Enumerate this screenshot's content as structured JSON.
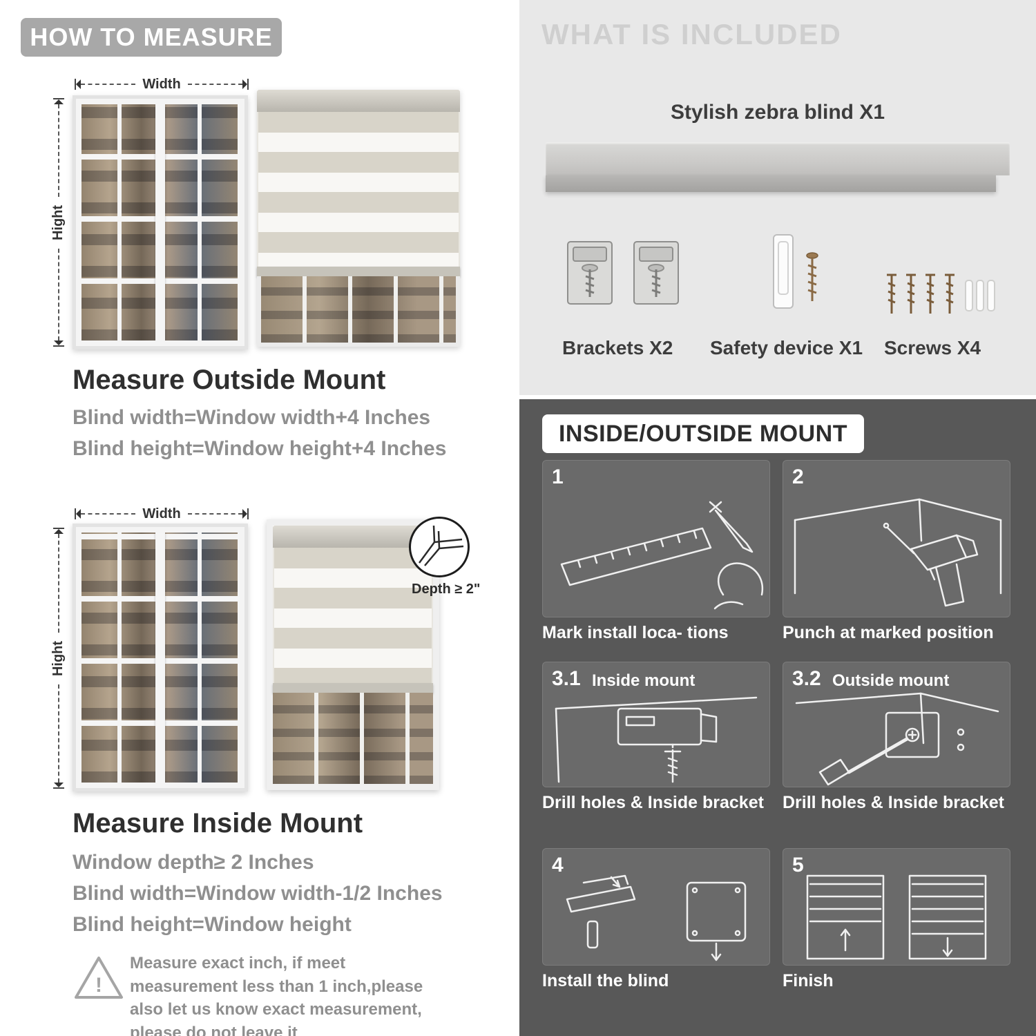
{
  "left": {
    "banner": "HOW TO MEASURE",
    "outside": {
      "width_label": "Width",
      "height_label": "Hight",
      "title": "Measure Outside Mount",
      "lines": [
        "Blind width=Window width+4 Inches",
        "Blind height=Window height+4 Inches"
      ]
    },
    "inside": {
      "width_label": "Width",
      "height_label": "Hight",
      "depth_label": "Depth ≥ 2\"",
      "title": "Measure Inside Mount",
      "lines": [
        "Window depth≥ 2 Inches",
        "Blind width=Window width-1/2 Inches",
        "Blind height=Window height"
      ]
    },
    "note": {
      "icon": "!",
      "text": "Measure exact inch, if meet measurement less than 1 inch,please also let us know exact measurement, please do not leave it"
    }
  },
  "right": {
    "included": {
      "title": "WHAT IS INCLUDED",
      "blind_label": "Stylish zebra blind X1",
      "items": [
        {
          "label": "Brackets X2"
        },
        {
          "label": "Safety device X1"
        },
        {
          "label": "Screws X4"
        }
      ]
    },
    "mount": {
      "title": "INSIDE/OUTSIDE MOUNT",
      "steps": [
        {
          "num": "1",
          "tag": "",
          "caption": "Mark install loca- tions"
        },
        {
          "num": "2",
          "tag": "",
          "caption": "Punch at  marked position"
        },
        {
          "num": "3.1",
          "tag": "Inside mount",
          "caption": "Drill holes &  Inside bracket"
        },
        {
          "num": "3.2",
          "tag": "Outside mount",
          "caption": "Drill holes &  Inside bracket"
        },
        {
          "num": "4",
          "tag": "",
          "caption": "Install the blind"
        },
        {
          "num": "5",
          "tag": "",
          "caption": "Finish"
        }
      ]
    }
  }
}
